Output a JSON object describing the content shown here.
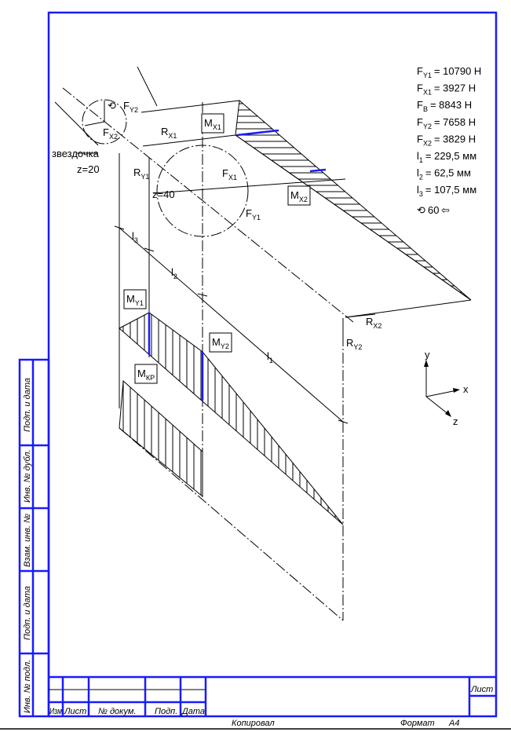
{
  "parameters": [
    {
      "sym": "F",
      "sub": "Y1",
      "value": "= 10790 Н"
    },
    {
      "sym": "F",
      "sub": "X1",
      "value": "= 3927 Н"
    },
    {
      "sym": "F",
      "sub": "В",
      "value": "= 8843 Н"
    },
    {
      "sym": "F",
      "sub": "Y2",
      "value": "= 7658 Н"
    },
    {
      "sym": "F",
      "sub": "X2",
      "value": "= 3829 Н"
    },
    {
      "sym": "l",
      "sub": "1",
      "value": "= 229,5 мм"
    },
    {
      "sym": "l",
      "sub": "2",
      "value": "= 62,5 мм"
    },
    {
      "sym": "l",
      "sub": "3",
      "value": "= 107,5 мм"
    }
  ],
  "rotation_angle": "60",
  "labels": {
    "sprocket": "звездочка",
    "z20": "z=20",
    "z40": "z=40",
    "FY2": {
      "s": "F",
      "sub": "Y2"
    },
    "FX2": {
      "s": "F",
      "sub": "X2"
    },
    "RX1": {
      "s": "R",
      "sub": "X1"
    },
    "RY1": {
      "s": "R",
      "sub": "Y1"
    },
    "FX1": {
      "s": "F",
      "sub": "X1"
    },
    "FY1": {
      "s": "F",
      "sub": "Y1"
    },
    "MX1": {
      "s": "M",
      "sub": "X1"
    },
    "MX2": {
      "s": "M",
      "sub": "X2"
    },
    "MY1": {
      "s": "M",
      "sub": "Y1"
    },
    "MY2": {
      "s": "M",
      "sub": "Y2"
    },
    "MKP": {
      "s": "M",
      "sub": "КР"
    },
    "l1": {
      "s": "l",
      "sub": "1"
    },
    "l2": {
      "s": "l",
      "sub": "2"
    },
    "l3": {
      "s": "l",
      "sub": "3"
    },
    "RX2": {
      "s": "R",
      "sub": "X2"
    },
    "RY2": {
      "s": "R",
      "sub": "Y2"
    }
  },
  "axes": {
    "x": "x",
    "y": "y",
    "z": "z"
  },
  "side_strip": [
    "Подп. и дата",
    "Инв. № дубл.",
    "Взам. инв. №",
    "Подп. и дата",
    "Инв. № подл."
  ],
  "title_block": {
    "cols": [
      "Изм",
      "Лист",
      "№ докум.",
      "Подп.",
      "Дата"
    ],
    "sheet": "Лист",
    "copied": "Копировал",
    "format_label": "Формат",
    "format_value": "А4"
  },
  "colors": {
    "frame": "#1a1aff",
    "highlight": "#1a1aff"
  }
}
